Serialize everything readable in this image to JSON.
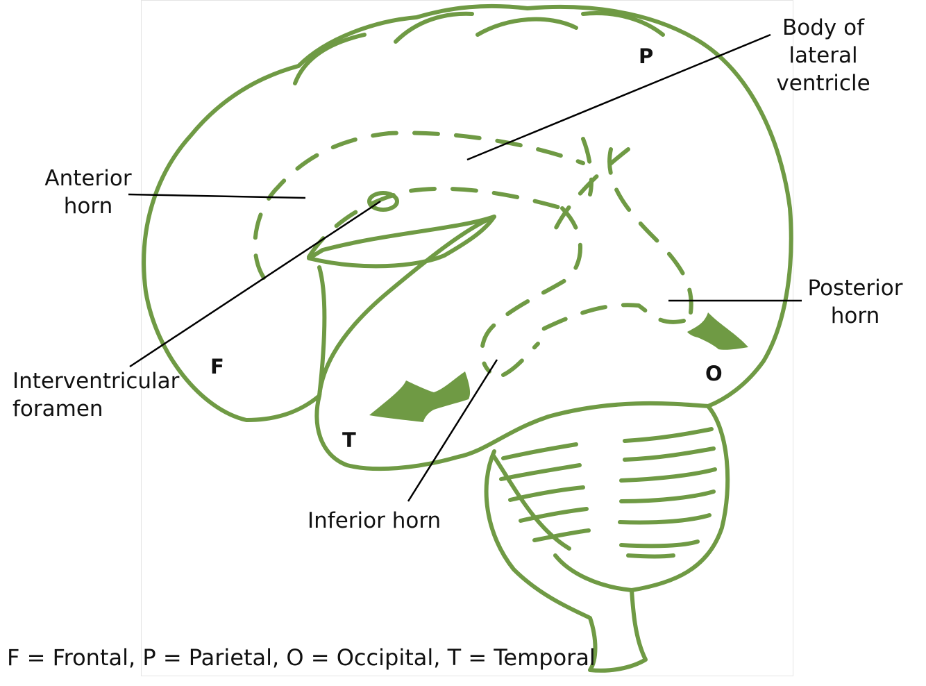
{
  "colors": {
    "stroke": "#6f9a44",
    "fill": "#6f9a44",
    "leader": "#000000",
    "text": "#111111"
  },
  "labels": {
    "body": [
      "Body of",
      "lateral",
      "ventricle"
    ],
    "anterior": [
      "Anterior",
      "horn"
    ],
    "interventricular": [
      "Interventricular",
      "foramen"
    ],
    "posterior": [
      "Posterior",
      "horn"
    ],
    "inferior": "Inferior horn"
  },
  "lobes": {
    "F": "F",
    "P": "P",
    "O": "O",
    "T": "T"
  },
  "caption": "F = Frontal, P = Parietal, O = Occipital, T = Temporal"
}
